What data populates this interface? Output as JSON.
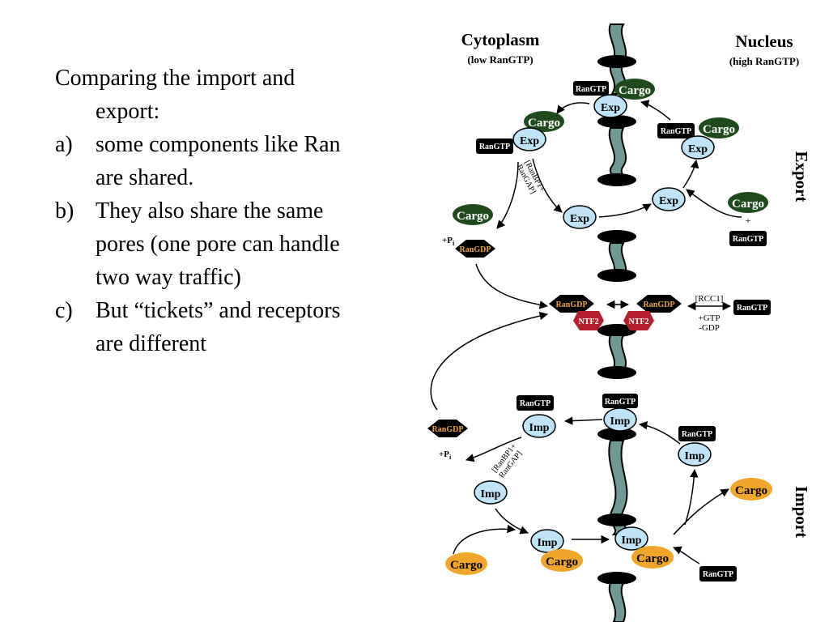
{
  "slide": {
    "intro": "Comparing the import and export:",
    "items": [
      {
        "marker": "a)",
        "text": "some components like Ran are shared."
      },
      {
        "marker": "b)",
        "text": "They also share the same pores (one pore can handle two way traffic)"
      },
      {
        "marker": "c)",
        "text": "But “tickets” and receptors are different"
      }
    ]
  },
  "diagram": {
    "cytoplasm": {
      "title": "Cytoplasm",
      "subtitle": "(low RanGTP)"
    },
    "nucleus": {
      "title": "Nucleus",
      "subtitle": "(high RanGTP)"
    },
    "export_label": "Export",
    "import_label": "Import",
    "labels": {
      "rangtp": "RanGTP",
      "rangdp": "RanGDP",
      "cargo": "Cargo",
      "exp": "Exp",
      "imp": "Imp",
      "ntf2": "NTF2",
      "pi": "+P",
      "pi_sub": "i",
      "plus": "+",
      "ranbp1_line1": "[RanBP1+",
      "ranbp1_line2": "RanGAP]",
      "rcc1": "[RCC1]",
      "gtp_in": "+GTP",
      "gdp_out": "-GDP"
    },
    "colors": {
      "pore": "#6f9a93",
      "receptor": "#bfe3f7",
      "export_cargo": "#1f4a1c",
      "import_cargo": "#f0a62a",
      "ntf2": "#b51f2c",
      "rangdp_text": "#e8a43a"
    }
  }
}
